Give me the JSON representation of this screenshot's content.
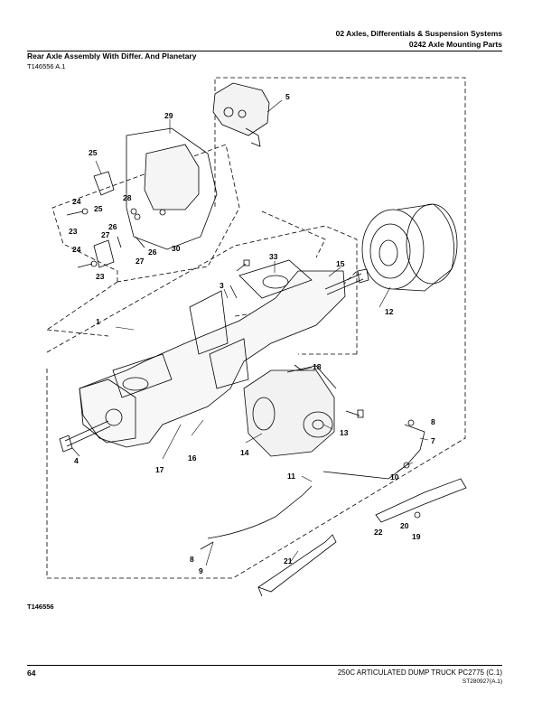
{
  "header": {
    "section": "02 Axles, Differentials & Suspension Systems",
    "group": "0242 Axle Mounting Parts"
  },
  "title": "Rear Axle Assembly With Differ. And Planetary",
  "ref_top": "T146556 A.1",
  "ref_bottom": "T146556",
  "callouts": {
    "c1": "1",
    "c3": "3",
    "c4": "4",
    "c5": "5",
    "c7": "7",
    "c8a": "8",
    "c8b": "8",
    "c9": "9",
    "c10": "10",
    "c11": "11",
    "c12": "12",
    "c13": "13",
    "c14": "14",
    "c15": "15",
    "c16": "16",
    "c17": "17",
    "c18": "18",
    "c19": "19",
    "c20": "20",
    "c21": "21",
    "c22": "22",
    "c23a": "23",
    "c23b": "23",
    "c24a": "24",
    "c24b": "24",
    "c25a": "25",
    "c25b": "25",
    "c26a": "26",
    "c26b": "26",
    "c27a": "27",
    "c27b": "27",
    "c28": "28",
    "c29": "29",
    "c30": "30",
    "c33": "33"
  },
  "footer": {
    "page": "64",
    "text": "250C ARTICULATED DUMP TRUCK   PC2775   (C.1)",
    "code": "ST280927(A.1)"
  }
}
